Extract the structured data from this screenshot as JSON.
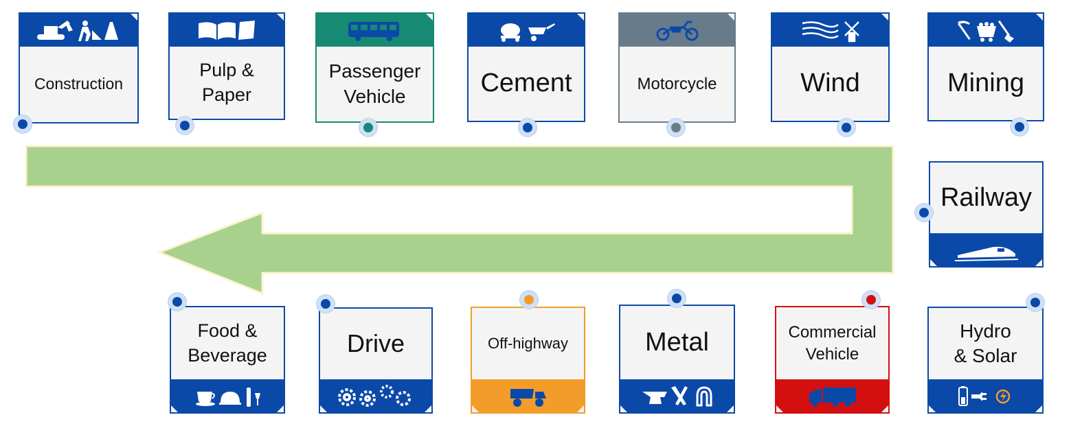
{
  "colors": {
    "blue": "#0b49a8",
    "teal": "#168a73",
    "gray": "#687b8a",
    "orange": "#f39c2a",
    "red": "#d40f0f",
    "arrow": "#a9d18e"
  },
  "top_row": [
    {
      "name": "construction",
      "label": "Construction",
      "icon": "excavator-worker-cone-icon"
    },
    {
      "name": "pulp-paper",
      "label": "Pulp & Paper",
      "icon": "book-paper-icon"
    },
    {
      "name": "passenger-vehicle",
      "label": "Passenger Vehicle",
      "icon": "bus-icon"
    },
    {
      "name": "cement",
      "label": "Cement",
      "icon": "cement-mixer-wheelbarrow-icon"
    },
    {
      "name": "motorcycle",
      "label": "Motorcycle",
      "icon": "motorcycle-icon"
    },
    {
      "name": "wind",
      "label": "Wind",
      "icon": "wind-windmill-icon"
    },
    {
      "name": "mining",
      "label": "Mining",
      "icon": "pickaxe-cart-shovel-icon"
    }
  ],
  "side": {
    "name": "railway",
    "label": "Railway",
    "icon": "train-icon"
  },
  "bottom_row": [
    {
      "name": "food-beverage",
      "label": "Food & Beverage",
      "icon": "coffee-cloche-wine-icon"
    },
    {
      "name": "drive",
      "label": "Drive",
      "icon": "gears-icon"
    },
    {
      "name": "off-highway",
      "label": "Off-highway",
      "icon": "dump-truck-icon"
    },
    {
      "name": "metal",
      "label": "Metal",
      "icon": "anvil-tools-horseshoe-icon"
    },
    {
      "name": "commercial-vehicle",
      "label": "Commercial Vehicle",
      "icon": "truck-icon"
    },
    {
      "name": "hydro-solar",
      "label": "Hydro & Solar",
      "icon": "battery-plug-sun-icon"
    }
  ]
}
